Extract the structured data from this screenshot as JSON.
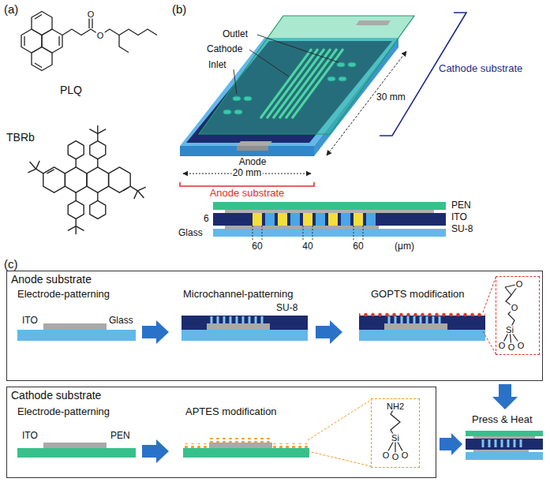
{
  "diagram": {
    "nodes": [
      {
        "text": [
          "Anode substrate"
        ]
      },
      {
        "text": [
          "O",
          "O",
          "Si",
          "O",
          "O",
          "O"
        ],
        "in": 0
      },
      {
        "text": [
          "Cathode substrate"
        ]
      },
      {
        "text": [
          "NH2",
          "Si",
          "O",
          "O",
          "O"
        ],
        "in": 2
      }
    ],
    "labels": [
      "(a)",
      "O",
      "O",
      "PLQ",
      "TBRb",
      "(b)",
      "Outlet",
      "Cathode",
      "Inlet",
      "Anode",
      "20 mm",
      "Anode substrate",
      "30 mm",
      "Cathode substrate",
      "PEN",
      "6",
      "ITO",
      "SU-8",
      "Glass",
      "60",
      "40",
      "60",
      "(μm)",
      "(c)",
      "Electrode-patterning",
      "ITO",
      "Glass",
      "Microchannel-patterning",
      "SU-8",
      "GOPTS modification",
      "Electrode-patterning",
      "ITO",
      "PEN",
      "APTES modification",
      "Press & Heat"
    ]
  }
}
